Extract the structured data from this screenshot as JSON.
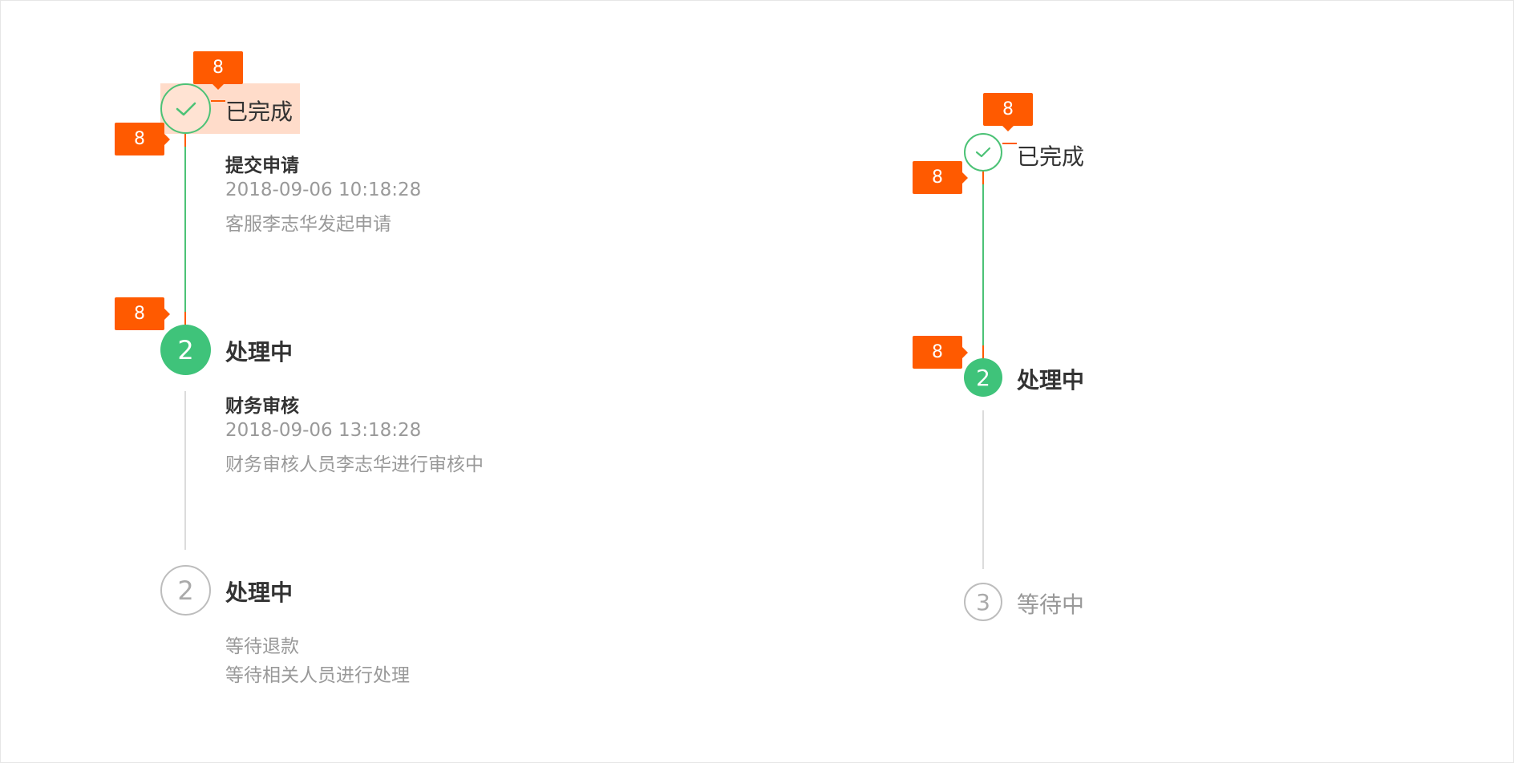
{
  "left": {
    "steps": [
      {
        "status": "已完成",
        "detail_title": "提交申请",
        "time": "2018-09-06 10:18:28",
        "desc": "客服李志华发起申请"
      },
      {
        "number": "2",
        "status": "处理中",
        "detail_title": "财务审核",
        "time": "2018-09-06 13:18:28",
        "desc": "财务审核人员李志华进行审核中"
      },
      {
        "number": "2",
        "status": "处理中",
        "detail_title": "等待退款",
        "desc": "等待相关人员进行处理"
      }
    ],
    "annotations": [
      "8",
      "8",
      "8"
    ]
  },
  "right": {
    "steps": [
      {
        "status": "已完成"
      },
      {
        "number": "2",
        "status": "处理中"
      },
      {
        "number": "3",
        "status": "等待中"
      }
    ],
    "annotations": [
      "8",
      "8",
      "8"
    ]
  },
  "colors": {
    "complete": "#4cc276",
    "active": "#3fc37a",
    "pending": "#bdbdbd",
    "annotation": "#ff5a00",
    "highlight": "#ffdcca"
  }
}
